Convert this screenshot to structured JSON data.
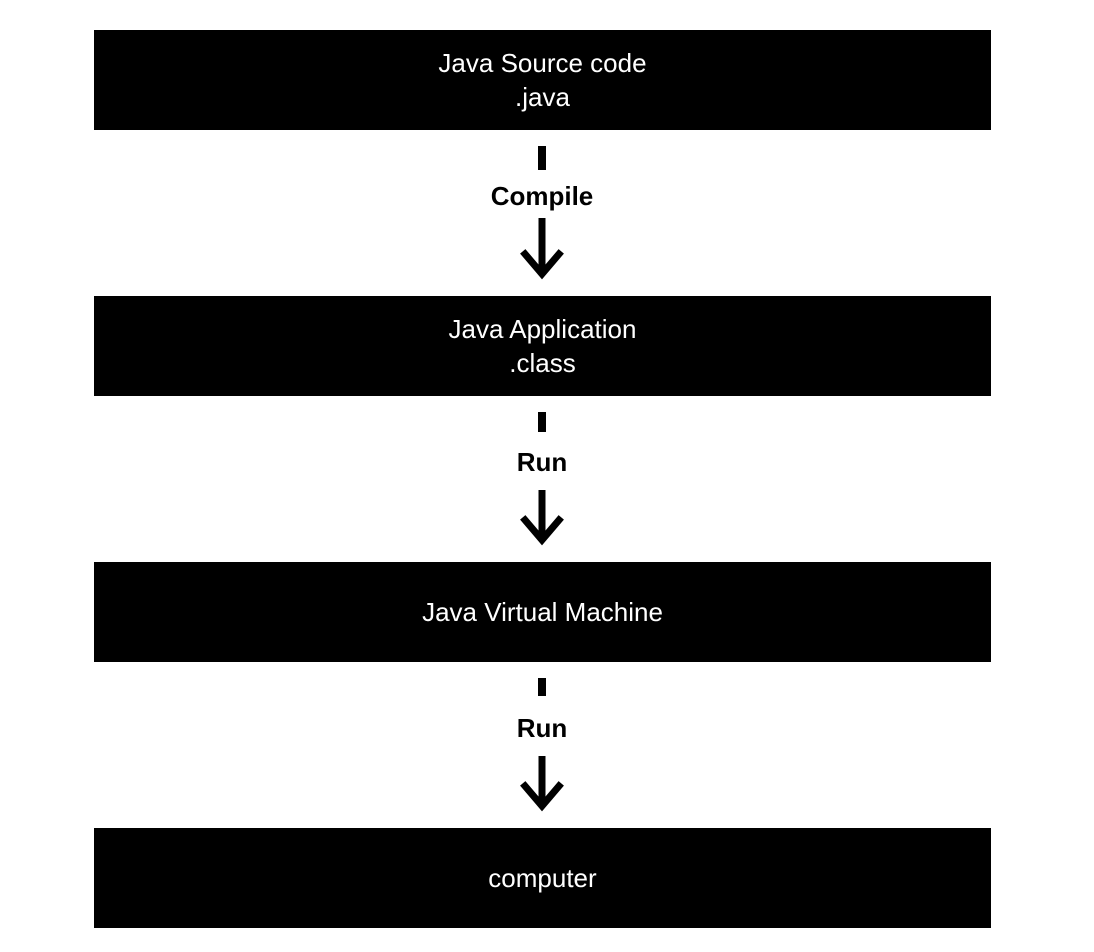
{
  "nodes": [
    {
      "line1": "Java Source code",
      "line2": ".java"
    },
    {
      "line1": "Java Application",
      "line2": ".class"
    },
    {
      "line1": "Java Virtual Machine",
      "line2": ""
    },
    {
      "line1": "computer",
      "line2": ""
    }
  ],
  "edges": [
    {
      "label": "Compile"
    },
    {
      "label": "Run"
    },
    {
      "label": "Run"
    }
  ],
  "colors": {
    "box_fill": "#000000",
    "box_text": "#ffffff",
    "arrow": "#000000",
    "background": "#ffffff"
  }
}
